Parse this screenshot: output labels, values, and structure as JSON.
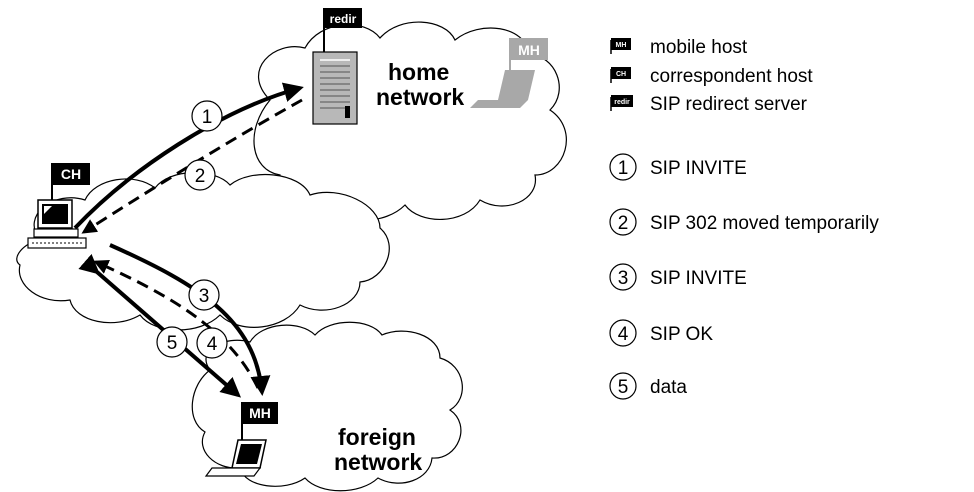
{
  "diagram": {
    "nodes": {
      "redirect_server_flag": "redir",
      "home_mh_flag": "MH",
      "ch_flag": "CH",
      "foreign_mh_flag": "MH",
      "home_network": [
        "home",
        "network"
      ],
      "foreign_network": [
        "foreign",
        "network"
      ]
    },
    "legend": {
      "icons": [
        {
          "tag": "MH",
          "label": "mobile host"
        },
        {
          "tag": "CH",
          "label": "correspondent host"
        },
        {
          "tag": "redir",
          "label": "SIP redirect server"
        }
      ],
      "steps": [
        {
          "num": "1",
          "label": "SIP INVITE"
        },
        {
          "num": "2",
          "label": "SIP 302 moved temporarily"
        },
        {
          "num": "3",
          "label": "SIP INVITE"
        },
        {
          "num": "4",
          "label": "SIP OK"
        },
        {
          "num": "5",
          "label": "data"
        }
      ]
    },
    "arrows": [
      {
        "num": "1",
        "style": "solid"
      },
      {
        "num": "2",
        "style": "dashed"
      },
      {
        "num": "3",
        "style": "solid"
      },
      {
        "num": "4",
        "style": "dashed"
      },
      {
        "num": "5",
        "style": "solid"
      }
    ],
    "colors": {
      "ink": "#000000",
      "ghost": "#a8a8a8",
      "server_fill": "#b8b8b8"
    }
  }
}
